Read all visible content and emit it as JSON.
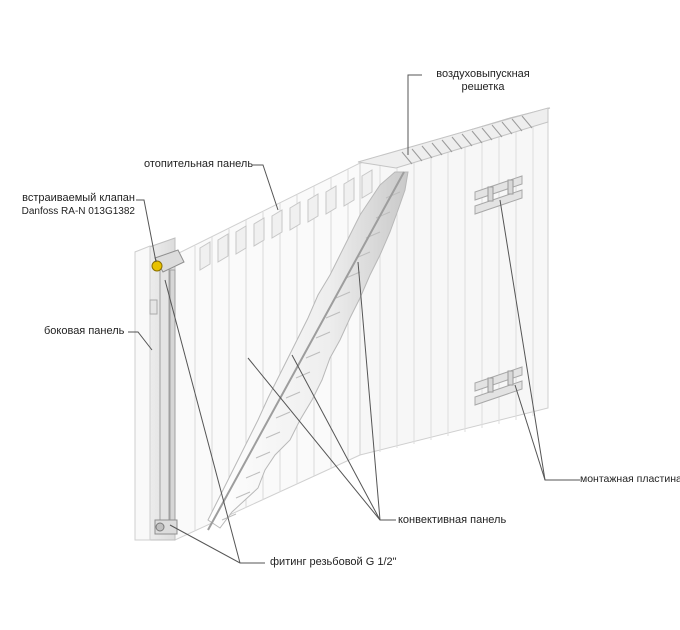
{
  "labels": {
    "air_grille": {
      "line1": "воздуховыпускная",
      "line2": "решетка"
    },
    "heating_panel": "отопительная панель",
    "valve": {
      "line1": "встраиваемый клапан",
      "line2": "Danfoss RA-N 013G1382"
    },
    "side_panel": "боковая панель",
    "mounting_plate": "монтажная пластина",
    "convection_panel": "конвективная панель",
    "fitting": "фитинг резьбовой G 1/2\""
  },
  "colors": {
    "line": "#555555",
    "body": "#f3f3f3",
    "edge": "#c8c8c8",
    "valve_cap": "#e8c200"
  }
}
